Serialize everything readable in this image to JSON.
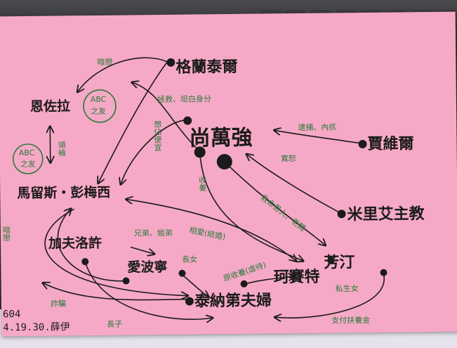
{
  "nodes": {
    "grantaire": "格蘭泰爾",
    "enjolras": "恩佐拉",
    "valjean": "尚萬強",
    "javert": "賈維爾",
    "bishop": "米里艾主教",
    "marius": "馬留斯‧彭梅西",
    "gavroche": "加夫洛許",
    "fantine": "芳汀",
    "eponine": "愛波寧",
    "cosette": "珂賽特",
    "thenardier": "泰納第夫婦"
  },
  "badges": {
    "abc_top": {
      "line1": "ABC",
      "line2": "之友"
    },
    "abc_left": {
      "line1": "ABC",
      "line2": "之友"
    }
  },
  "edge_labels": {
    "hidden_love": "暗戀",
    "rescue_identity": "拯救、坦白身分",
    "leader": "領袖",
    "take_advantage": "想佔便宜",
    "adopt": "收養",
    "arrest": "逮捕、內疚",
    "forgive": "寬恕",
    "savior_boss": "救命恩人、老闆",
    "love_married": "相愛(結婚)",
    "siblings": "兄弟、姐弟",
    "eldest_daughter": "長女",
    "former_foster": "原收養(虐待)",
    "illegitimate_daughter": "私生女",
    "hidden_love_left": "暗戀",
    "fraud": "詐騙",
    "eldest_son": "長子",
    "pay_support": "支付扶養金"
  },
  "notes": {
    "line1": "604",
    "line2": "4.19.30.薛伊"
  }
}
